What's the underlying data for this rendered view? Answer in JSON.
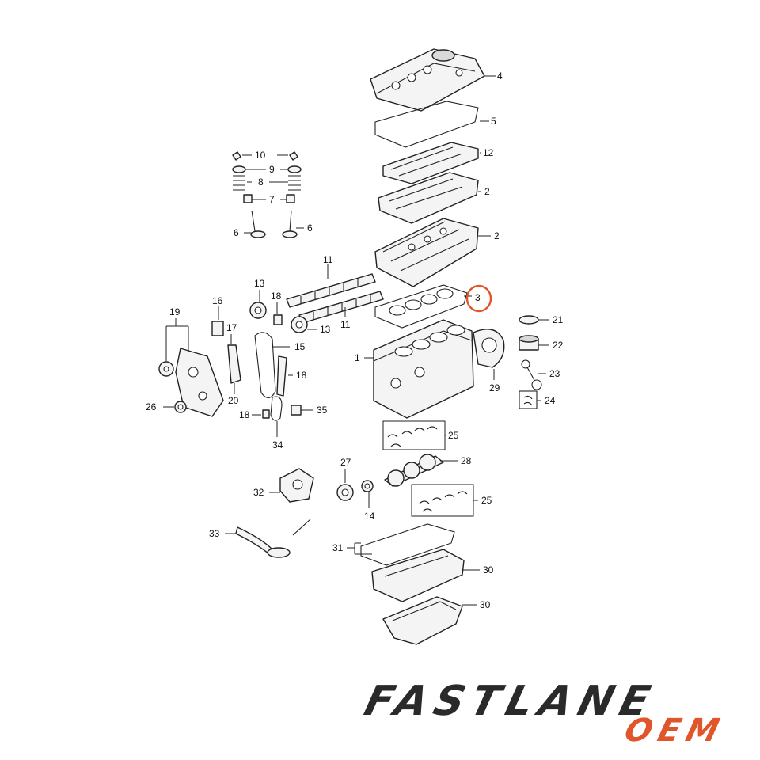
{
  "brand": {
    "name": "FASTLANE",
    "sub": "OEM"
  },
  "colors": {
    "accent": "#e0552a",
    "line": "#222222",
    "brand_dark": "#2a2a2a"
  },
  "highlighted_callout": "3",
  "callouts": {
    "c4": "4",
    "c5": "5",
    "c12": "12",
    "c2a": "2",
    "c2b": "2",
    "c10": "10",
    "c9": "9",
    "c8": "8",
    "c7": "7",
    "c6a": "6",
    "c6b": "6",
    "c11a": "11",
    "c11b": "11",
    "c13a": "13",
    "c13b": "13",
    "c16": "16",
    "c18a": "18",
    "c3": "3",
    "c21": "21",
    "c22": "22",
    "c23": "23",
    "c24": "24",
    "c19": "19",
    "c17": "17",
    "c15": "15",
    "c1": "1",
    "c29": "29",
    "c18b": "18",
    "c20": "20",
    "c26": "26",
    "c18c": "18",
    "c35": "35",
    "c34": "34",
    "c25a": "25",
    "c27": "27",
    "c28": "28",
    "c32": "32",
    "c14": "14",
    "c25b": "25",
    "c33": "33",
    "c31": "31",
    "c30a": "30",
    "c30b": "30"
  }
}
